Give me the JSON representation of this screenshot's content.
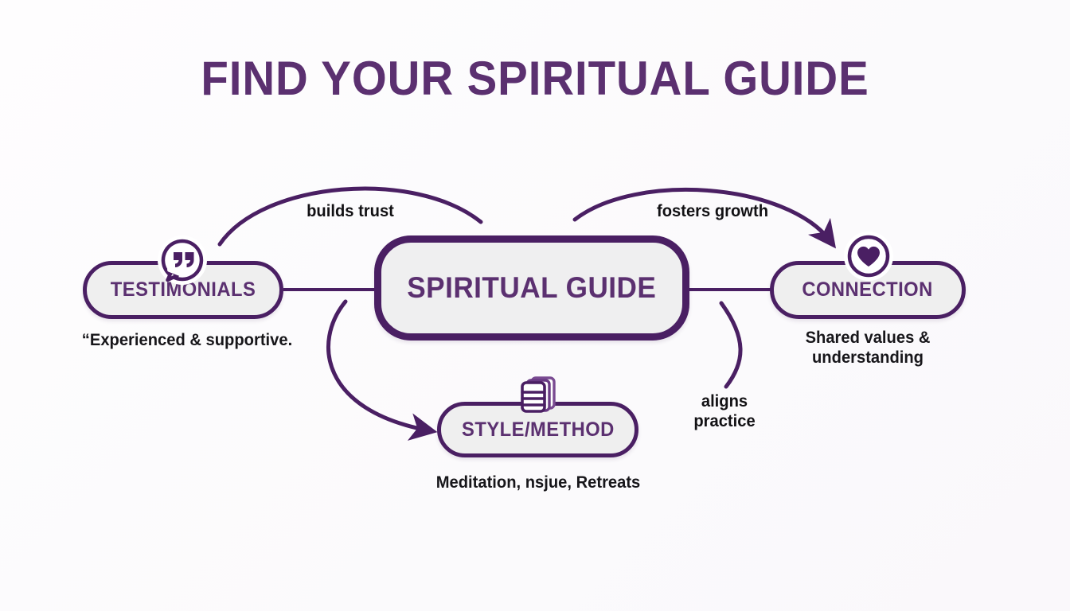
{
  "page": {
    "title": "FIND YOUR SPIRITUAL GUIDE",
    "background_color": "#fdfcfd",
    "accent_color": "#4a1f63",
    "label_color": "#5b3070",
    "node_fill": "#efefef",
    "caption_color": "#17161a"
  },
  "nodes": {
    "center": {
      "label": "SPIRITUAL GUIDE",
      "icon": "none"
    },
    "testimonials": {
      "label": "TESTIMONIALS",
      "caption": "“Experienced & supportive.",
      "icon": "speech-bubble-quote-icon"
    },
    "connection": {
      "label": "CONNECTION",
      "caption": "Shared values & understanding",
      "caption_line1": "Shared values &",
      "caption_line2": "understanding",
      "icon": "heart-circle-icon"
    },
    "style_method": {
      "label": "STYLE/METHOD",
      "caption": "Meditation, nsjue, Retreats",
      "icon": "stacked-layers-icon"
    }
  },
  "edges": [
    {
      "id": "builds-trust",
      "label": "builds trust",
      "from": "testimonials",
      "to": "center",
      "arrowhead": false
    },
    {
      "id": "fosters-growth",
      "label": "fosters growth",
      "from": "center",
      "to": "connection",
      "arrowhead": true
    },
    {
      "id": "aligns-practice",
      "label": "aligns practice",
      "label_line1": "aligns",
      "label_line2": "practice",
      "from": "center",
      "to": "style_method",
      "arrowhead": false
    },
    {
      "id": "center-to-style",
      "label": "",
      "from": "center",
      "to": "style_method",
      "arrowhead": true
    },
    {
      "id": "testimonials-connector",
      "label": "",
      "from": "testimonials",
      "to": "center",
      "arrowhead": false
    },
    {
      "id": "connection-connector",
      "label": "",
      "from": "center",
      "to": "connection",
      "arrowhead": false
    }
  ]
}
